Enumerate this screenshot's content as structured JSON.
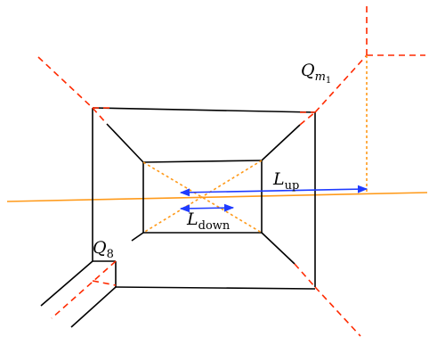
{
  "labels": {
    "q_m": {
      "main": "Q",
      "sub": "m",
      "subsub": "1"
    },
    "l_up": {
      "main": "L",
      "sub": "up"
    },
    "l_down": {
      "main": "L",
      "sub": "down"
    },
    "q_8": {
      "main": "Q",
      "sub": "8"
    }
  },
  "colors": {
    "black_edges": "#000000",
    "red_dashed": "#ff2a00",
    "orange_line": "#ff9a1a",
    "orange_dotted": "#ff9a1a",
    "blue_arrows": "#1f3bff"
  }
}
